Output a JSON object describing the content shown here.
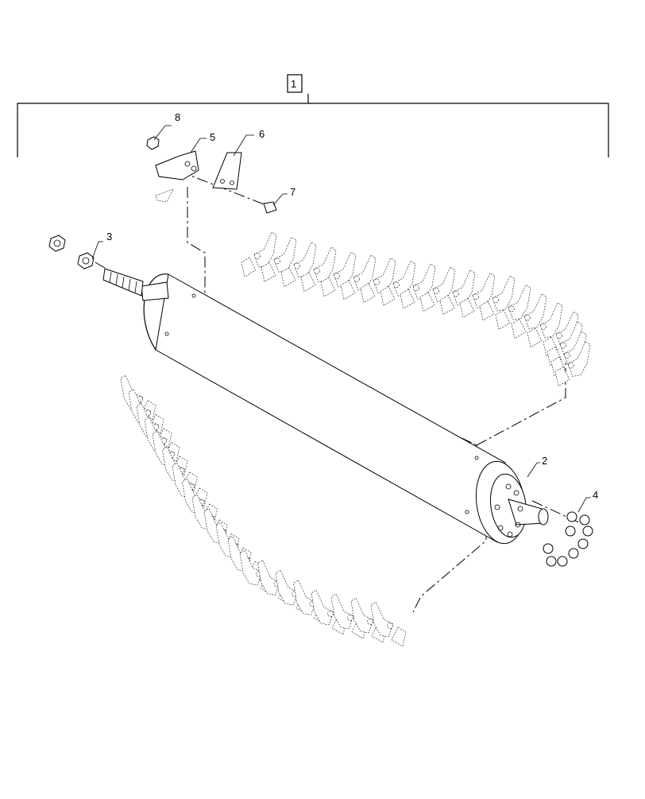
{
  "callouts": [
    {
      "id": "1",
      "label": "1"
    },
    {
      "id": "2",
      "label": "2"
    },
    {
      "id": "3",
      "label": "3"
    },
    {
      "id": "4",
      "label": "4"
    },
    {
      "id": "5",
      "label": "5"
    },
    {
      "id": "6",
      "label": "6"
    },
    {
      "id": "7",
      "label": "7"
    },
    {
      "id": "8",
      "label": "8"
    }
  ],
  "parts": {
    "assembly": "assembly-bracket-icon",
    "drum": "drum-cylinder-icon",
    "nut_shaft": "hex-nut-icon",
    "bolts_end": "bolt-ring-icon",
    "knife_holder": "knife-holder-icon",
    "knife_plate": "plate-icon",
    "bolt": "bolt-icon",
    "nut_small": "nut-icon"
  }
}
